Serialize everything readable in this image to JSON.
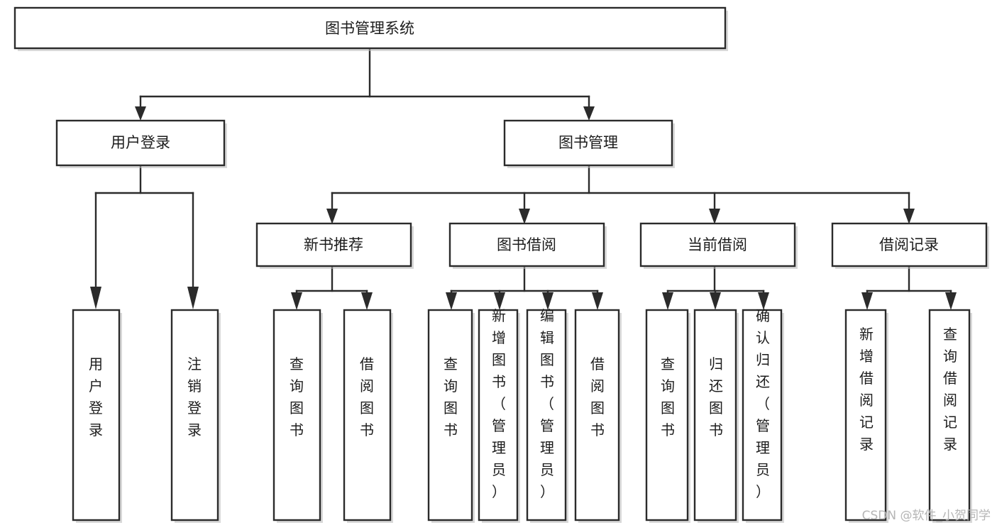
{
  "diagram": {
    "type": "tree",
    "title": "图书管理系统",
    "orientation": "top-down",
    "background_color": "#ffffff",
    "box_border_color": "#2b2b2b",
    "box_fill_color": "#ffffff",
    "text_color": "#1c1c1c",
    "connector_color": "#2b2b2b"
  },
  "nodes": {
    "root": {
      "label": "图书管理系统"
    },
    "level2": [
      {
        "label": "用户登录"
      },
      {
        "label": "图书管理"
      }
    ],
    "level3": [
      {
        "label": "新书推荐"
      },
      {
        "label": "图书借阅"
      },
      {
        "label": "当前借阅"
      },
      {
        "label": "借阅记录"
      }
    ],
    "leaves": {
      "user_login": [
        {
          "label": "用户登录"
        },
        {
          "label": "注销登录"
        }
      ],
      "new_book_recommend": [
        {
          "label": "查询图书"
        },
        {
          "label": "借阅图书"
        }
      ],
      "book_borrow": [
        {
          "label": "查询图书"
        },
        {
          "label": "新增图书（管理员）"
        },
        {
          "label": "编辑图书（管理员）"
        },
        {
          "label": "借阅图书"
        }
      ],
      "current_borrow": [
        {
          "label": "查询图书"
        },
        {
          "label": "归还图书"
        },
        {
          "label": "确认归还（管理员）"
        }
      ],
      "borrow_record": [
        {
          "label": "新增借阅记录"
        },
        {
          "label": "查询借阅记录"
        }
      ]
    }
  },
  "watermark": {
    "text": "CSDN @软件_小贺同学",
    "color": "#b5b5b5"
  }
}
